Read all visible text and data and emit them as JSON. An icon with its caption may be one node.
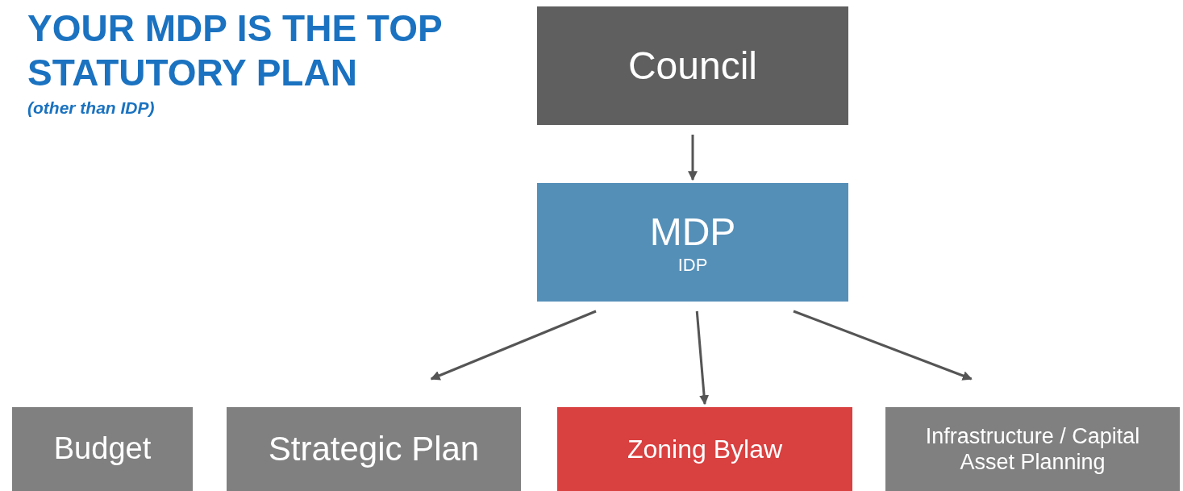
{
  "diagram": {
    "title": "YOUR MDP IS THE TOP STATUTORY PLAN",
    "nodes": [
      {
        "text": [
          "Council"
        ]
      },
      {
        "text": [
          "MDP",
          "IDP"
        ]
      },
      {
        "text": [
          "Budget"
        ]
      },
      {
        "text": [
          "Strategic Plan"
        ]
      },
      {
        "text": [
          "Zoning Bylaw"
        ]
      },
      {
        "text": [
          "Infrastructure / Capital Asset Planning"
        ]
      }
    ],
    "edges": [
      {
        "from": 0,
        "to": 1,
        "arrow": "to"
      },
      {
        "from": 1,
        "to": 3,
        "arrow": "to"
      },
      {
        "from": 1,
        "to": 4,
        "arrow": "to"
      },
      {
        "from": 1,
        "to": 5,
        "arrow": "to"
      }
    ],
    "labels": [
      "(other than IDP)"
    ]
  }
}
